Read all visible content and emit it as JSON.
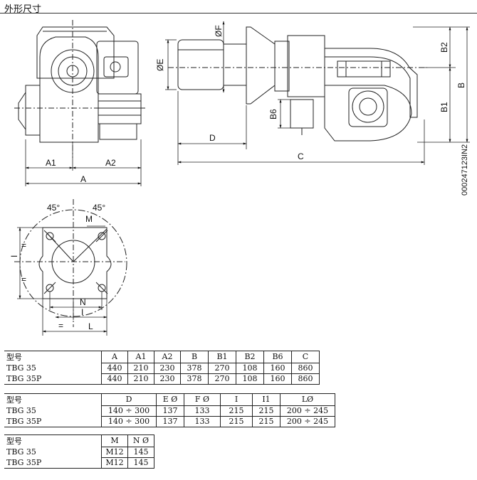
{
  "page": {
    "title": "外形尺寸"
  },
  "drawing": {
    "labels": {
      "A1": "A1",
      "A2": "A2",
      "A": "A",
      "D": "D",
      "C": "C",
      "E": "ØE",
      "F": "ØF",
      "B": "B",
      "B1": "B1",
      "B2": "B2",
      "B6": "B6",
      "angle_left": "45°",
      "angle_right": "45°",
      "M": "M",
      "N": "N",
      "I": "I",
      "I1": "I",
      "L": "L",
      "eq1": "=",
      "eq2": "=",
      "eq3": "=",
      "code": "000247123IN2"
    }
  },
  "tables": [
    {
      "columns": [
        "型号",
        "A",
        "A1",
        "A2",
        "B",
        "B1",
        "B2",
        "B6",
        "C"
      ],
      "rows": [
        [
          "TBG 35",
          "440",
          "210",
          "230",
          "378",
          "270",
          "108",
          "160",
          "860"
        ],
        [
          "TBG 35P",
          "440",
          "210",
          "230",
          "378",
          "270",
          "108",
          "160",
          "860"
        ]
      ]
    },
    {
      "columns": [
        "型号",
        "D",
        "E Ø",
        "F Ø",
        "I",
        "I1",
        "LØ"
      ],
      "rows": [
        [
          "TBG 35",
          "140 ÷ 300",
          "137",
          "133",
          "215",
          "215",
          "200 ÷ 245"
        ],
        [
          "TBG 35P",
          "140 ÷ 300",
          "137",
          "133",
          "215",
          "215",
          "200 ÷ 245"
        ]
      ]
    },
    {
      "columns": [
        "型号",
        "M",
        "N Ø"
      ],
      "rows": [
        [
          "TBG 35",
          "M12",
          "145"
        ],
        [
          "TBG 35P",
          "M12",
          "145"
        ]
      ]
    }
  ]
}
